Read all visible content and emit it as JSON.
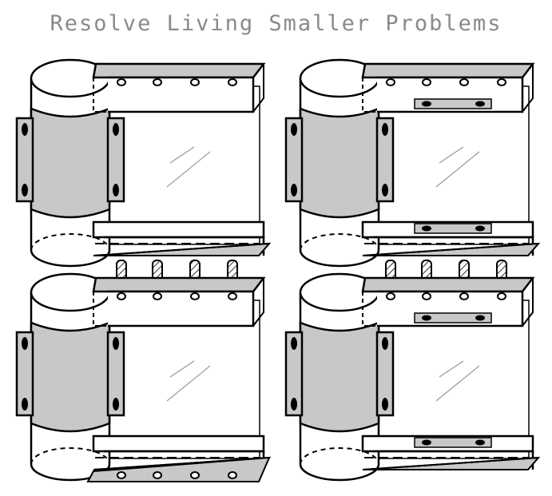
{
  "title": "Resolve Living Smaller Problems",
  "panels": [
    {
      "id": "top-left",
      "top_rail": "holes",
      "bottom_rail": "plain",
      "springs_below": true
    },
    {
      "id": "top-right",
      "top_rail": "slot",
      "bottom_rail": "slot",
      "springs_below": true
    },
    {
      "id": "bottom-left",
      "top_rail": "holes",
      "bottom_rail": "holes",
      "springs_below": false
    },
    {
      "id": "bottom-right",
      "top_rail": "slot",
      "bottom_rail": "slot",
      "springs_below": false
    }
  ],
  "colors": {
    "stroke": "#000000",
    "fill_gray": "#c8c8c8",
    "title": "#8a8a8a",
    "glass": "#9a9a9a"
  }
}
